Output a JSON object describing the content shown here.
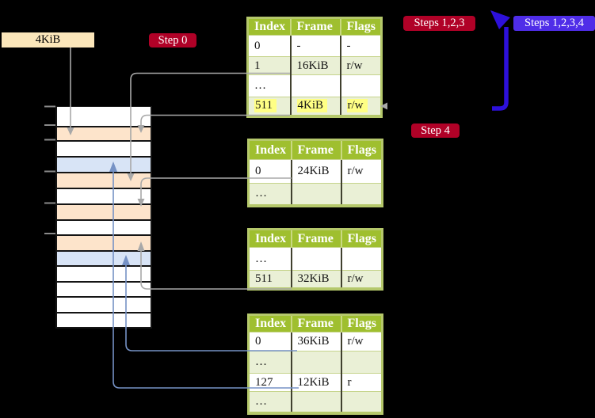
{
  "colors": {
    "background": "#000000",
    "crimson_badge": "#b00127",
    "violet_badge": "#4f2de8",
    "big_arrow_blue": "#2d10da",
    "link_gray": "#a8a8a8",
    "link_blue": "#7692c5",
    "tick_gray": "#8a8a8a",
    "table_header_green": "#9fbf2f",
    "table_row_green": "#eaf0d6",
    "table_border_green": "#b5c86b",
    "highlight_yellow": "#ffff85",
    "label_cream": "#fbe6ba",
    "memory_white": "#ffffff",
    "memory_orange": "#fde4cb",
    "memory_blue": "#d8e4f6"
  },
  "labels": {
    "page_size": "4KiB",
    "step0": "Step 0",
    "steps123": "Steps 1,2,3",
    "steps1234": "Steps 1,2,3,4",
    "step4": "Step 4"
  },
  "tables": [
    {
      "headers": [
        "Index",
        "Frame",
        "Flags"
      ],
      "rows": [
        {
          "cells": [
            "0",
            "-",
            "-"
          ],
          "shaded": false,
          "highlight": false
        },
        {
          "cells": [
            "1",
            "16KiB",
            "r/w"
          ],
          "shaded": true,
          "highlight": false
        },
        {
          "cells": [
            "…",
            "",
            ""
          ],
          "shaded": false,
          "highlight": false
        },
        {
          "cells": [
            "511",
            "4KiB",
            "r/w"
          ],
          "shaded": true,
          "highlight": true
        }
      ]
    },
    {
      "headers": [
        "Index",
        "Frame",
        "Flags"
      ],
      "rows": [
        {
          "cells": [
            "0",
            "24KiB",
            "r/w"
          ],
          "shaded": false,
          "highlight": false
        },
        {
          "cells": [
            "…",
            "",
            ""
          ],
          "shaded": true,
          "highlight": false
        }
      ]
    },
    {
      "headers": [
        "Index",
        "Frame",
        "Flags"
      ],
      "rows": [
        {
          "cells": [
            "…",
            "",
            ""
          ],
          "shaded": false,
          "highlight": false
        },
        {
          "cells": [
            "511",
            "32KiB",
            "r/w"
          ],
          "shaded": true,
          "highlight": false
        }
      ]
    },
    {
      "headers": [
        "Index",
        "Frame",
        "Flags"
      ],
      "rows": [
        {
          "cells": [
            "0",
            "36KiB",
            "r/w"
          ],
          "shaded": false,
          "highlight": false
        },
        {
          "cells": [
            "…",
            "",
            ""
          ],
          "shaded": true,
          "highlight": false
        },
        {
          "cells": [
            "127",
            "12KiB",
            "r"
          ],
          "shaded": false,
          "highlight": false
        },
        {
          "cells": [
            "…",
            "",
            ""
          ],
          "shaded": true,
          "highlight": false
        }
      ]
    }
  ],
  "memory_column": {
    "cells": [
      "white",
      "orange",
      "white",
      "blue",
      "orange",
      "white",
      "orange",
      "white",
      "orange",
      "blue",
      "white",
      "white",
      "white",
      "white"
    ]
  }
}
